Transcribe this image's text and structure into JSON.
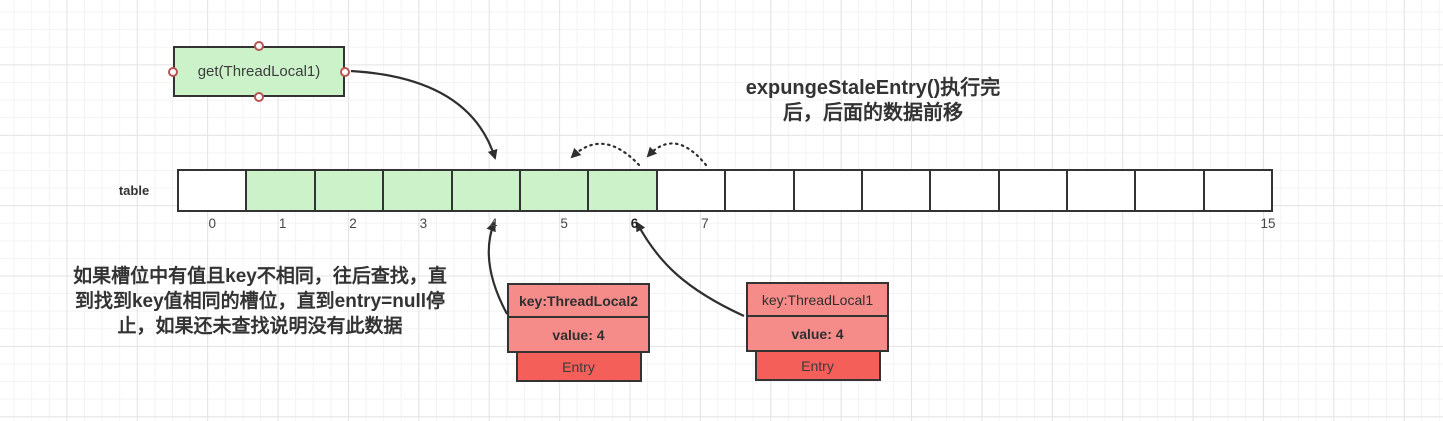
{
  "title": {
    "line1": "expungeStaleEntry()执行完",
    "line2": "后，后面的数据前移"
  },
  "note": {
    "line1": "如果槽位中有值且key不相同，往后查找，直",
    "line2": "到找到key值相同的槽位，直到entry=null停",
    "line3": "止，如果还未查找说明没有此数据"
  },
  "get_box": {
    "label": "get(ThreadLocal1)"
  },
  "table": {
    "label": "table",
    "cells": [
      {
        "label": "0",
        "filled": false,
        "bold": false
      },
      {
        "label": "1",
        "filled": true,
        "bold": false
      },
      {
        "label": "2",
        "filled": true,
        "bold": false
      },
      {
        "label": "3",
        "filled": true,
        "bold": false
      },
      {
        "label": "4",
        "filled": true,
        "bold": false
      },
      {
        "label": "5",
        "filled": true,
        "bold": false
      },
      {
        "label": "6",
        "filled": true,
        "bold": true
      },
      {
        "label": "7",
        "filled": false,
        "bold": false
      },
      {
        "label": "",
        "filled": false,
        "bold": false
      },
      {
        "label": "",
        "filled": false,
        "bold": false
      },
      {
        "label": "",
        "filled": false,
        "bold": false
      },
      {
        "label": "",
        "filled": false,
        "bold": false
      },
      {
        "label": "",
        "filled": false,
        "bold": false
      },
      {
        "label": "",
        "filled": false,
        "bold": false
      },
      {
        "label": "",
        "filled": false,
        "bold": false
      },
      {
        "label": "15",
        "filled": false,
        "bold": false
      }
    ]
  },
  "entries": [
    {
      "key": "key:ThreadLocal2",
      "key_bold": true,
      "value": "value: 4",
      "tag": "Entry"
    },
    {
      "key": "key:ThreadLocal1",
      "key_bold": false,
      "value": "value: 4",
      "tag": "Entry"
    }
  ],
  "colors": {
    "cell_green": "#ccf2c9",
    "entry_salmon": "#f68c8a",
    "entry_red": "#f55f5a",
    "shape_border": "#333333",
    "connection_ring": "#b85450",
    "grid_minor": "#f3f3f3",
    "grid_major": "#e4e4e4"
  }
}
